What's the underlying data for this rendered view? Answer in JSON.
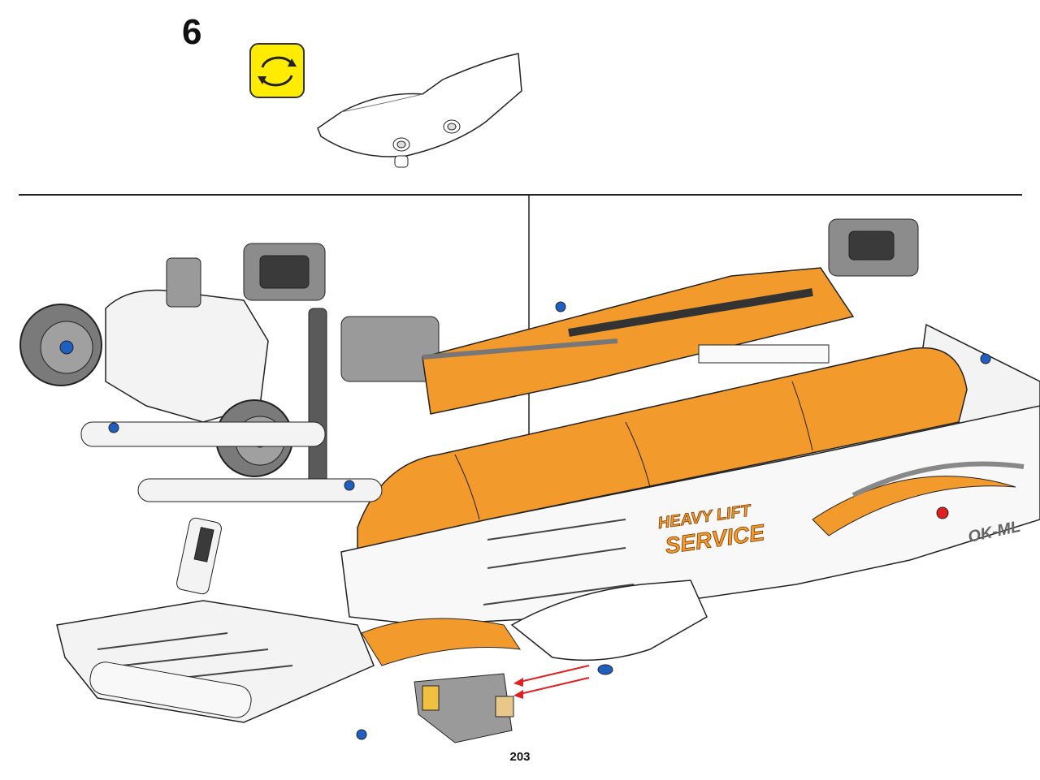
{
  "step": {
    "number": "6"
  },
  "rotate_badge": {
    "icon": "rotate-model-icon",
    "color": "#ffec00"
  },
  "decal": {
    "line1": "HEAVY LIFT",
    "line2": "SERVICE",
    "registration": "OK-ML"
  },
  "page": {
    "number": "203"
  },
  "colors": {
    "orange": "#f39a2c",
    "white_part": "#f5f5f5",
    "gray_part": "#8a8a8a",
    "dark_part": "#3a3a3a",
    "blue_pin": "#1f5fbf",
    "red_arrow": "#e02020"
  }
}
